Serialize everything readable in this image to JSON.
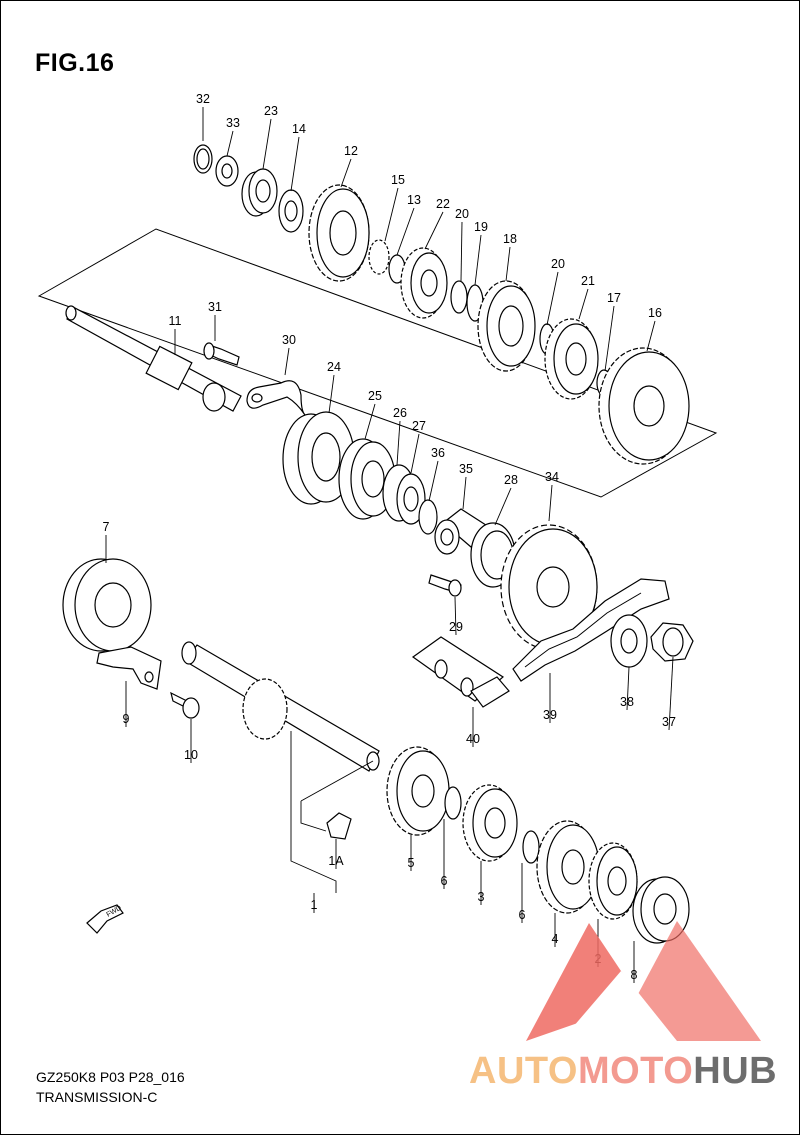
{
  "figure": {
    "title": "FIG.16"
  },
  "footer": {
    "line1": "GZ250K8 P03 P28_016",
    "line2": "TRANSMISSION-C"
  },
  "watermark": {
    "part1": "AUTO",
    "part2": "MOTO",
    "part3": "HUB"
  },
  "fwd_label": "FWD",
  "callouts": [
    "32",
    "33",
    "23",
    "14",
    "12",
    "15",
    "13",
    "22",
    "20",
    "19",
    "18",
    "20",
    "21",
    "17",
    "16",
    "31",
    "11",
    "30",
    "24",
    "25",
    "26",
    "27",
    "36",
    "35",
    "28",
    "34",
    "29",
    "7",
    "9",
    "10",
    "38",
    "37",
    "39",
    "40",
    "1A",
    "1",
    "5",
    "6",
    "3",
    "6",
    "4",
    "2",
    "8"
  ],
  "colors": {
    "line": "#000000",
    "watermark_red": "#ef6a62",
    "watermark_orange": "#f6c185",
    "watermark_gray": "#6d6d6d"
  }
}
